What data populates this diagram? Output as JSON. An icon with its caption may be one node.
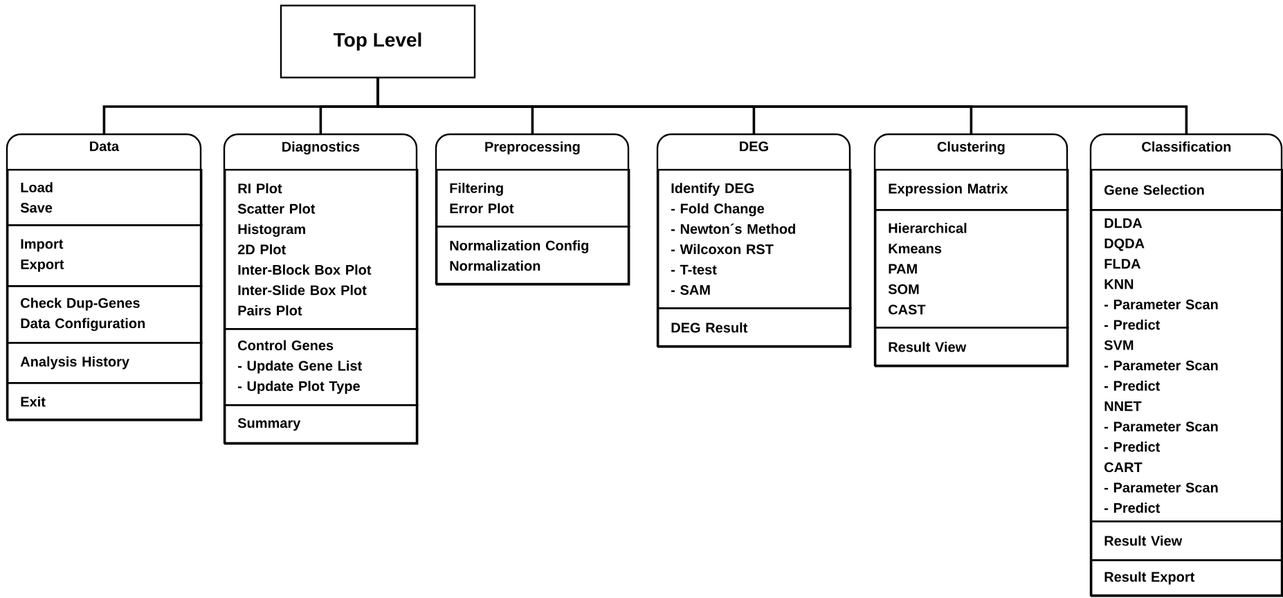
{
  "diagram": {
    "nodes": [
      {
        "text": [
          "Top Level"
        ]
      },
      {
        "text": [
          "Data"
        ]
      },
      {
        "text": [
          "Load",
          "Save"
        ],
        "in": 1
      },
      {
        "text": [
          "Import",
          "Export"
        ],
        "in": 1
      },
      {
        "text": [
          "Check Dup-Genes",
          "Data Configuration"
        ],
        "in": 1
      },
      {
        "text": [
          "Analysis History"
        ],
        "in": 1
      },
      {
        "text": [
          "Exit"
        ],
        "in": 1
      },
      {
        "text": [
          "Diagnostics"
        ]
      },
      {
        "text": [
          "RI Plot",
          "Scatter Plot",
          "Histogram",
          "2D Plot",
          "Inter-Block Box Plot",
          "Inter-Slide Box Plot",
          "Pairs Plot"
        ],
        "in": 7
      },
      {
        "text": [
          "Control Genes",
          "- Update Gene List",
          "- Update Plot Type"
        ],
        "in": 7
      },
      {
        "text": [
          "Summary"
        ],
        "in": 7
      },
      {
        "text": [
          "Preprocessing"
        ]
      },
      {
        "text": [
          "Filtering",
          "Error Plot"
        ],
        "in": 11
      },
      {
        "text": [
          "Normalization Config",
          "Normalization"
        ],
        "in": 11
      },
      {
        "text": [
          "DEG"
        ]
      },
      {
        "text": [
          "Identify DEG",
          "- Fold Change",
          "- Newton´s Method",
          "- Wilcoxon RST",
          "- T-test",
          "- SAM"
        ],
        "in": 14
      },
      {
        "text": [
          "DEG Result"
        ],
        "in": 14
      },
      {
        "text": [
          "Clustering"
        ]
      },
      {
        "text": [
          "Expression Matrix"
        ],
        "in": 17
      },
      {
        "text": [
          "Hierarchical",
          "Kmeans",
          "PAM",
          "SOM",
          "CAST"
        ],
        "in": 17
      },
      {
        "text": [
          "Result View"
        ],
        "in": 17
      },
      {
        "text": [
          "Classification"
        ]
      },
      {
        "text": [
          "Gene Selection"
        ],
        "in": 21
      },
      {
        "text": [
          "DLDA",
          "DQDA",
          "FLDA",
          "KNN",
          "- Parameter Scan",
          "- Predict",
          "SVM",
          "- Parameter Scan",
          "- Predict",
          "NNET",
          "- Parameter Scan",
          "- Predict",
          "CART",
          "- Parameter Scan",
          "- Predict"
        ],
        "in": 21
      },
      {
        "text": [
          "Result View"
        ],
        "in": 21
      },
      {
        "text": [
          "Result Export"
        ],
        "in": 21
      }
    ],
    "edges": [
      {
        "from": 0,
        "to": 1,
        "arrow": "none"
      },
      {
        "from": 0,
        "to": 7,
        "arrow": "none"
      },
      {
        "from": 0,
        "to": 11,
        "arrow": "none"
      },
      {
        "from": 0,
        "to": 14,
        "arrow": "none"
      },
      {
        "from": 0,
        "to": 17,
        "arrow": "none"
      },
      {
        "from": 0,
        "to": 21,
        "arrow": "none"
      }
    ]
  }
}
